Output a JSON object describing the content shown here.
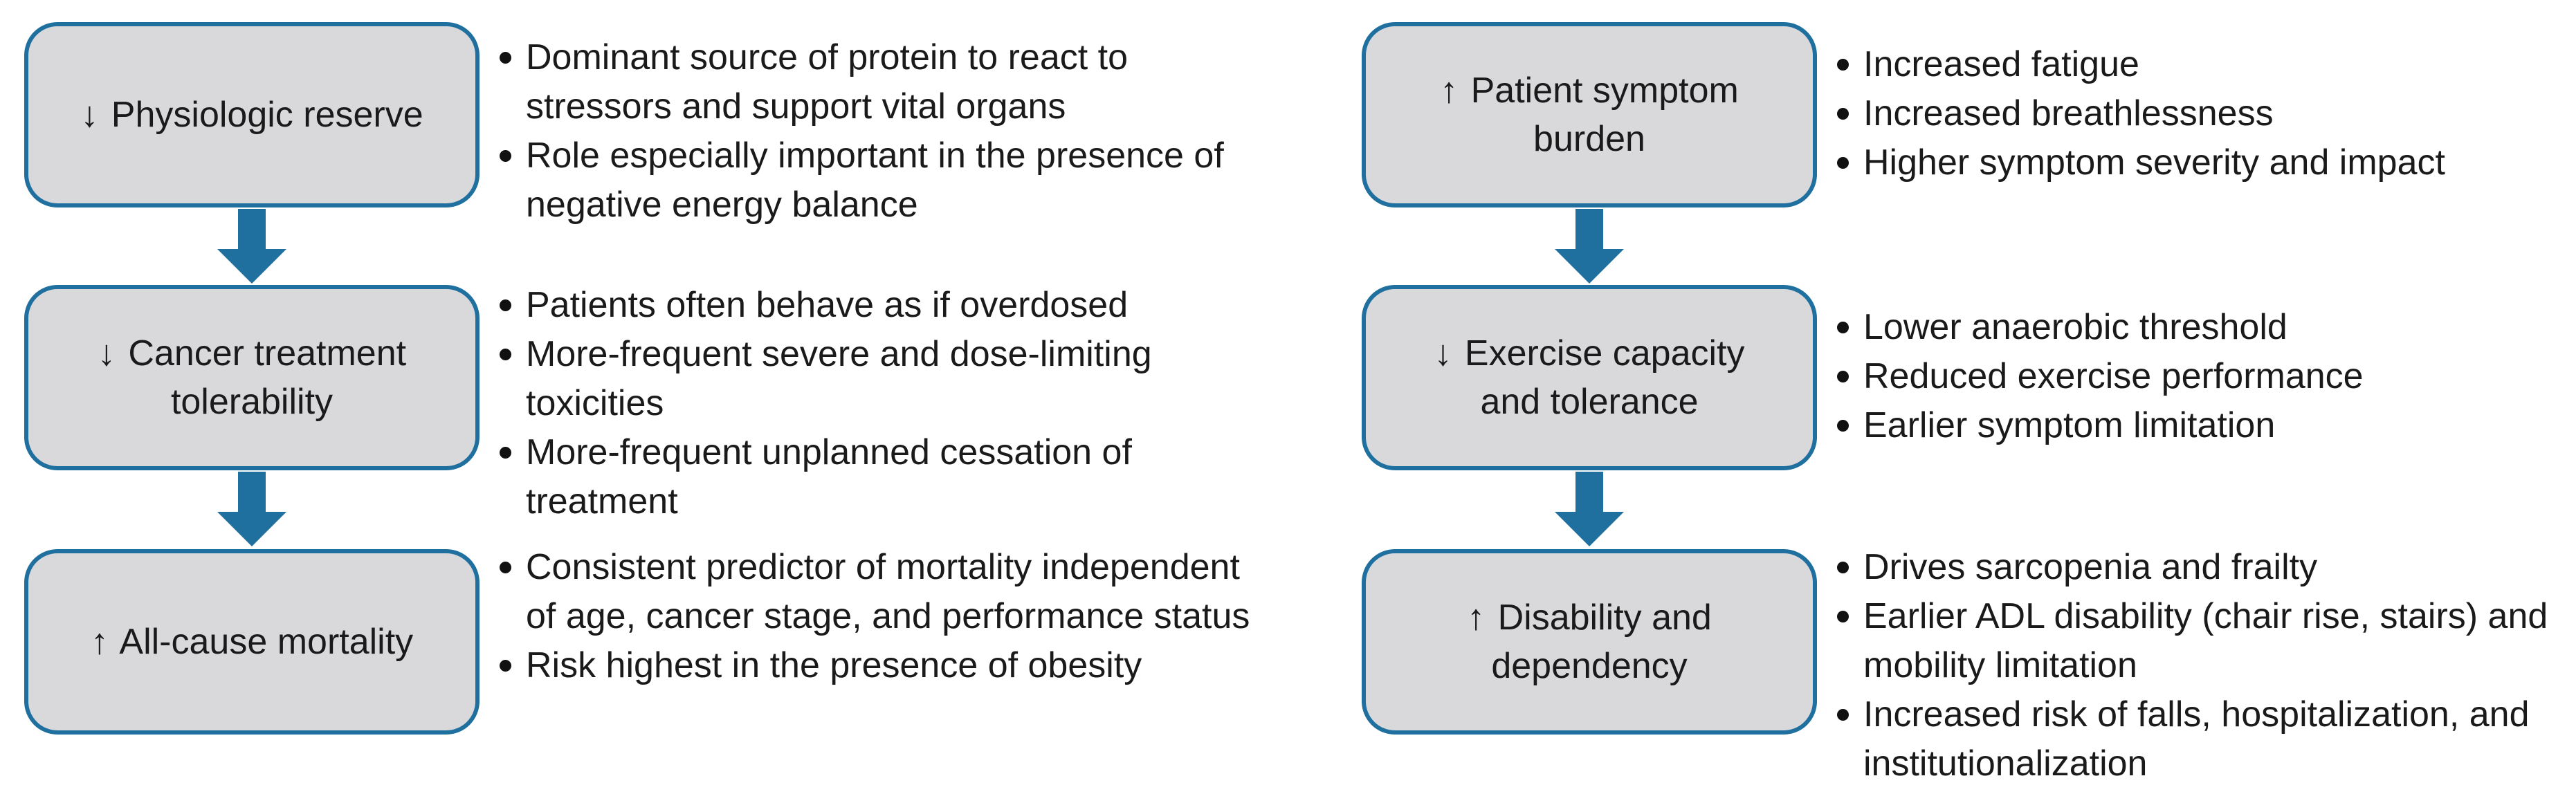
{
  "left_flow": {
    "nodes": [
      {
        "direction_glyph": "↓",
        "label": "Physiologic reserve",
        "bullets": [
          "Dominant source of protein to react to stressors and support vital organs",
          "Role especially important in the presence of negative energy balance"
        ]
      },
      {
        "direction_glyph": "↓",
        "label": "Cancer treatment tolerability",
        "bullets": [
          "Patients often behave as if overdosed",
          "More-frequent severe and dose-limiting toxicities",
          "More-frequent unplanned cessation of treatment"
        ]
      },
      {
        "direction_glyph": "↑",
        "label": "All-cause mortality",
        "bullets": [
          "Consistent predictor of mortality independent of age, cancer stage, and performance status",
          "Risk highest in the presence of obesity"
        ]
      }
    ]
  },
  "right_flow": {
    "nodes": [
      {
        "direction_glyph": "↑",
        "label": "Patient symptom burden",
        "bullets": [
          "Increased fatigue",
          "Increased breathlessness",
          "Higher symptom severity and impact"
        ]
      },
      {
        "direction_glyph": "↓",
        "label": "Exercise capacity and tolerance",
        "bullets": [
          "Lower anaerobic threshold",
          "Reduced exercise performance",
          "Earlier symptom limitation"
        ]
      },
      {
        "direction_glyph": "↑",
        "label": "Disability and dependency",
        "bullets": [
          "Drives sarcopenia and frailty",
          "Earlier ADL disability (chair rise, stairs) and mobility limitation",
          "Increased risk of falls, hospitalization, and institutionalization"
        ]
      }
    ]
  },
  "colors": {
    "node_fill": "#d9d9dc",
    "node_border": "#1f6f9f",
    "connector": "#1f6f9f",
    "text": "#1a1a1a"
  }
}
